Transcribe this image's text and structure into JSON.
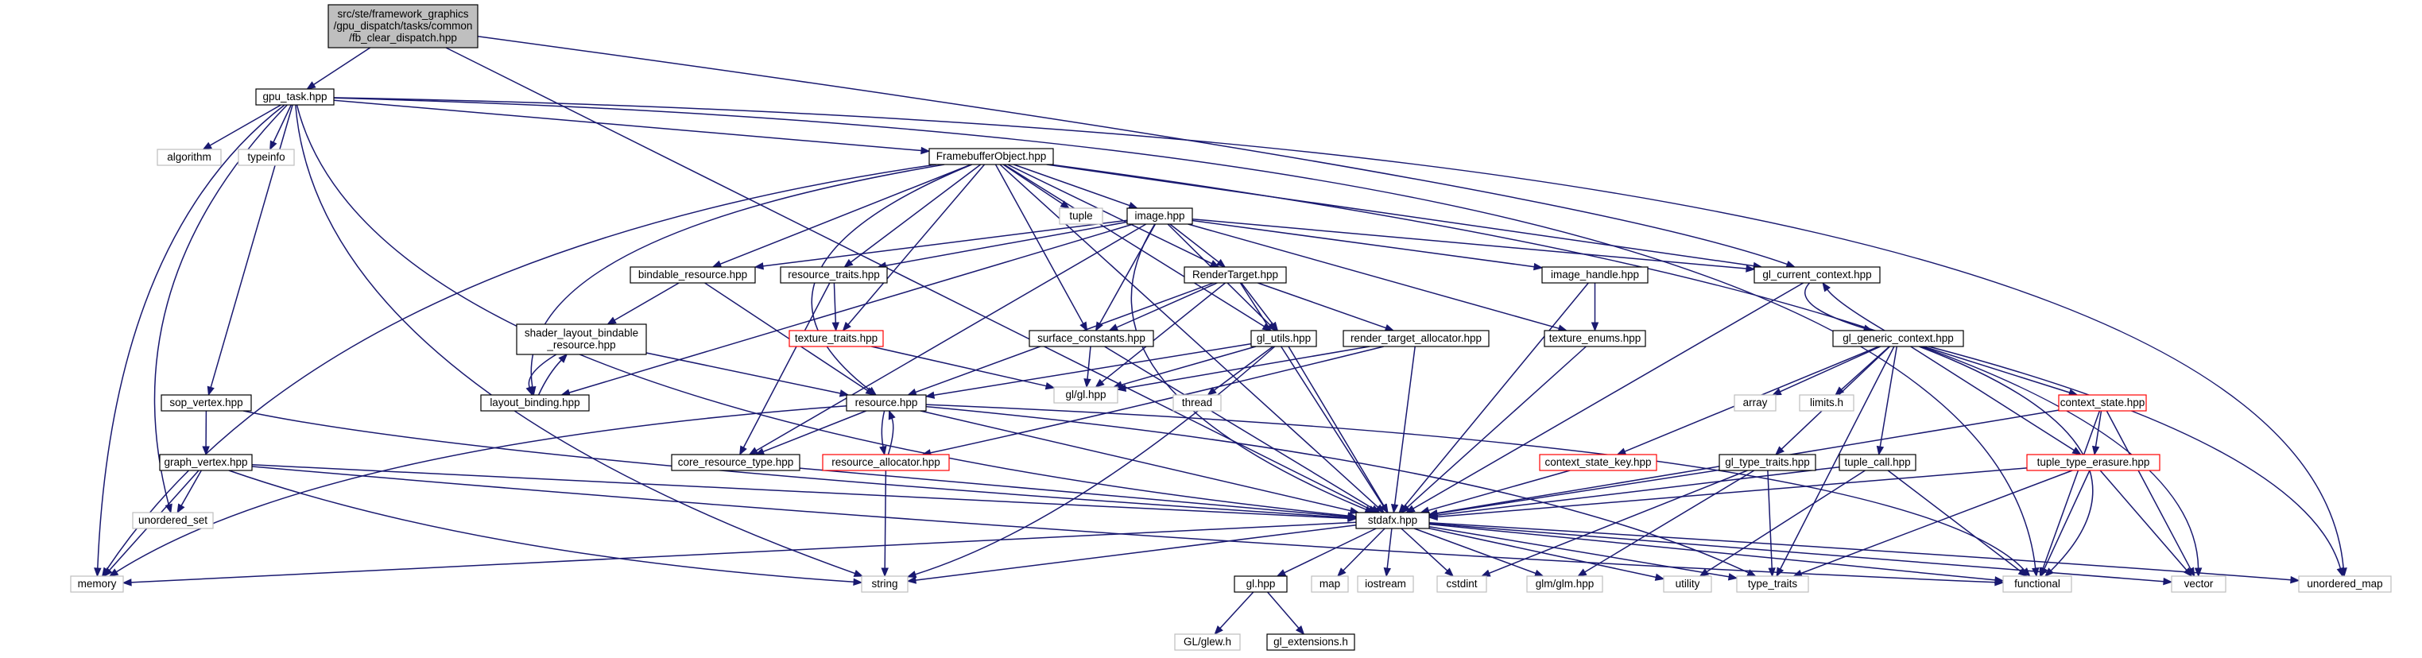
{
  "nodes": [
    {
      "id": "root",
      "lines": [
        "src/ste/framework_graphics",
        "/gpu_dispatch/tasks/common",
        "/fb_clear_dispatch.hpp"
      ],
      "style": "root"
    },
    {
      "id": "gpu_task",
      "lines": [
        "gpu_task.hpp"
      ],
      "style": "normal"
    },
    {
      "id": "algorithm",
      "lines": [
        "algorithm"
      ],
      "style": "external"
    },
    {
      "id": "typeinfo",
      "lines": [
        "typeinfo"
      ],
      "style": "external"
    },
    {
      "id": "fbo",
      "lines": [
        "FramebufferObject.hpp"
      ],
      "style": "normal"
    },
    {
      "id": "tuple",
      "lines": [
        "tuple"
      ],
      "style": "external"
    },
    {
      "id": "image",
      "lines": [
        "image.hpp"
      ],
      "style": "normal"
    },
    {
      "id": "bindable_resource",
      "lines": [
        "bindable_resource.hpp"
      ],
      "style": "normal"
    },
    {
      "id": "resource_traits",
      "lines": [
        "resource_traits.hpp"
      ],
      "style": "normal"
    },
    {
      "id": "render_target",
      "lines": [
        "RenderTarget.hpp"
      ],
      "style": "normal"
    },
    {
      "id": "image_handle",
      "lines": [
        "image_handle.hpp"
      ],
      "style": "normal"
    },
    {
      "id": "gl_current_context",
      "lines": [
        "gl_current_context.hpp"
      ],
      "style": "normal"
    },
    {
      "id": "shader_layout",
      "lines": [
        "shader_layout_bindable",
        "_resource.hpp"
      ],
      "style": "normal"
    },
    {
      "id": "texture_traits",
      "lines": [
        "texture_traits.hpp"
      ],
      "style": "truncated"
    },
    {
      "id": "surface_constants",
      "lines": [
        "surface_constants.hpp"
      ],
      "style": "normal"
    },
    {
      "id": "gl_utils",
      "lines": [
        "gl_utils.hpp"
      ],
      "style": "normal"
    },
    {
      "id": "rt_allocator",
      "lines": [
        "render_target_allocator.hpp"
      ],
      "style": "normal"
    },
    {
      "id": "texture_enums",
      "lines": [
        "texture_enums.hpp"
      ],
      "style": "normal"
    },
    {
      "id": "gl_generic_context",
      "lines": [
        "gl_generic_context.hpp"
      ],
      "style": "normal"
    },
    {
      "id": "layout_binding",
      "lines": [
        "layout_binding.hpp"
      ],
      "style": "normal"
    },
    {
      "id": "gl_gl",
      "lines": [
        "gl/gl.hpp"
      ],
      "style": "external"
    },
    {
      "id": "thread",
      "lines": [
        "thread"
      ],
      "style": "external"
    },
    {
      "id": "array",
      "lines": [
        "array"
      ],
      "style": "external"
    },
    {
      "id": "limits_h",
      "lines": [
        "limits.h"
      ],
      "style": "external"
    },
    {
      "id": "context_state",
      "lines": [
        "context_state.hpp"
      ],
      "style": "truncated"
    },
    {
      "id": "sop_vertex",
      "lines": [
        "sop_vertex.hpp"
      ],
      "style": "normal"
    },
    {
      "id": "resource",
      "lines": [
        "resource.hpp"
      ],
      "style": "normal"
    },
    {
      "id": "core_resource_type",
      "lines": [
        "core_resource_type.hpp"
      ],
      "style": "normal"
    },
    {
      "id": "resource_allocator",
      "lines": [
        "resource_allocator.hpp"
      ],
      "style": "truncated"
    },
    {
      "id": "context_state_key",
      "lines": [
        "context_state_key.hpp"
      ],
      "style": "truncated"
    },
    {
      "id": "gl_type_traits",
      "lines": [
        "gl_type_traits.hpp"
      ],
      "style": "normal"
    },
    {
      "id": "tuple_call",
      "lines": [
        "tuple_call.hpp"
      ],
      "style": "normal"
    },
    {
      "id": "tuple_type_erasure",
      "lines": [
        "tuple_type_erasure.hpp"
      ],
      "style": "truncated"
    },
    {
      "id": "graph_vertex",
      "lines": [
        "graph_vertex.hpp"
      ],
      "style": "normal"
    },
    {
      "id": "unordered_set",
      "lines": [
        "unordered_set"
      ],
      "style": "external"
    },
    {
      "id": "stdafx",
      "lines": [
        "stdafx.hpp"
      ],
      "style": "normal"
    },
    {
      "id": "memory",
      "lines": [
        "memory"
      ],
      "style": "external"
    },
    {
      "id": "string",
      "lines": [
        "string"
      ],
      "style": "external"
    },
    {
      "id": "gl_hpp",
      "lines": [
        "gl.hpp"
      ],
      "style": "normal"
    },
    {
      "id": "map",
      "lines": [
        "map"
      ],
      "style": "external"
    },
    {
      "id": "iostream",
      "lines": [
        "iostream"
      ],
      "style": "external"
    },
    {
      "id": "cstdint",
      "lines": [
        "cstdint"
      ],
      "style": "external"
    },
    {
      "id": "glm",
      "lines": [
        "glm/glm.hpp"
      ],
      "style": "external"
    },
    {
      "id": "utility",
      "lines": [
        "utility"
      ],
      "style": "external"
    },
    {
      "id": "type_traits",
      "lines": [
        "type_traits"
      ],
      "style": "external"
    },
    {
      "id": "functional",
      "lines": [
        "functional"
      ],
      "style": "external"
    },
    {
      "id": "vector",
      "lines": [
        "vector"
      ],
      "style": "external"
    },
    {
      "id": "unordered_map",
      "lines": [
        "unordered_map"
      ],
      "style": "external"
    },
    {
      "id": "glew",
      "lines": [
        "GL/glew.h"
      ],
      "style": "external"
    },
    {
      "id": "gl_extensions",
      "lines": [
        "gl_extensions.h"
      ],
      "style": "normal"
    }
  ],
  "edges": [
    [
      "root",
      "gpu_task"
    ],
    [
      "root",
      "stdafx"
    ],
    [
      "root",
      "gl_current_context"
    ],
    [
      "gpu_task",
      "algorithm"
    ],
    [
      "gpu_task",
      "typeinfo"
    ],
    [
      "gpu_task",
      "fbo"
    ],
    [
      "gpu_task",
      "sop_vertex"
    ],
    [
      "gpu_task",
      "unordered_set"
    ],
    [
      "gpu_task",
      "memory"
    ],
    [
      "gpu_task",
      "string"
    ],
    [
      "gpu_task",
      "stdafx"
    ],
    [
      "gpu_task",
      "functional"
    ],
    [
      "gpu_task",
      "unordered_map"
    ],
    [
      "fbo",
      "tuple"
    ],
    [
      "fbo",
      "image"
    ],
    [
      "fbo",
      "bindable_resource"
    ],
    [
      "fbo",
      "resource_traits"
    ],
    [
      "fbo",
      "texture_traits"
    ],
    [
      "fbo",
      "render_target"
    ],
    [
      "fbo",
      "gl_current_context"
    ],
    [
      "fbo",
      "surface_constants"
    ],
    [
      "fbo",
      "gl_utils"
    ],
    [
      "fbo",
      "layout_binding"
    ],
    [
      "fbo",
      "resource"
    ],
    [
      "fbo",
      "memory"
    ],
    [
      "fbo",
      "stdafx"
    ],
    [
      "fbo",
      "vector"
    ],
    [
      "image",
      "bindable_resource"
    ],
    [
      "image",
      "resource_traits"
    ],
    [
      "image",
      "render_target"
    ],
    [
      "image",
      "image_handle"
    ],
    [
      "image",
      "gl_current_context"
    ],
    [
      "image",
      "surface_constants"
    ],
    [
      "image",
      "gl_utils"
    ],
    [
      "image",
      "texture_enums"
    ],
    [
      "image",
      "layout_binding"
    ],
    [
      "image",
      "core_resource_type"
    ],
    [
      "image",
      "stdafx"
    ],
    [
      "bindable_resource",
      "shader_layout"
    ],
    [
      "bindable_resource",
      "resource"
    ],
    [
      "resource_traits",
      "texture_traits"
    ],
    [
      "resource_traits",
      "core_resource_type"
    ],
    [
      "render_target",
      "surface_constants"
    ],
    [
      "render_target",
      "gl_utils"
    ],
    [
      "render_target",
      "rt_allocator"
    ],
    [
      "render_target",
      "resource"
    ],
    [
      "render_target",
      "gl_gl"
    ],
    [
      "render_target",
      "stdafx"
    ],
    [
      "image_handle",
      "texture_enums"
    ],
    [
      "image_handle",
      "stdafx"
    ],
    [
      "gl_current_context",
      "gl_generic_context"
    ],
    [
      "gl_current_context",
      "stdafx"
    ],
    [
      "gl_generic_context",
      "gl_current_context"
    ],
    [
      "gl_generic_context",
      "array"
    ],
    [
      "gl_generic_context",
      "limits_h"
    ],
    [
      "gl_generic_context",
      "context_state"
    ],
    [
      "gl_generic_context",
      "context_state_key"
    ],
    [
      "gl_generic_context",
      "gl_type_traits"
    ],
    [
      "gl_generic_context",
      "tuple_call"
    ],
    [
      "gl_generic_context",
      "tuple_type_erasure"
    ],
    [
      "gl_generic_context",
      "type_traits"
    ],
    [
      "gl_generic_context",
      "functional"
    ],
    [
      "gl_generic_context",
      "unordered_map"
    ],
    [
      "shader_layout",
      "layout_binding"
    ],
    [
      "shader_layout",
      "resource"
    ],
    [
      "layout_binding",
      "shader_layout"
    ],
    [
      "texture_traits",
      "gl_gl"
    ],
    [
      "surface_constants",
      "gl_gl"
    ],
    [
      "surface_constants",
      "stdafx"
    ],
    [
      "gl_utils",
      "gl_gl"
    ],
    [
      "gl_utils",
      "thread"
    ],
    [
      "gl_utils",
      "resource"
    ],
    [
      "gl_utils",
      "string"
    ],
    [
      "gl_utils",
      "stdafx"
    ],
    [
      "rt_allocator",
      "resource_allocator"
    ],
    [
      "rt_allocator",
      "gl_gl"
    ],
    [
      "rt_allocator",
      "stdafx"
    ],
    [
      "texture_enums",
      "stdafx"
    ],
    [
      "context_state",
      "tuple_type_erasure"
    ],
    [
      "context_state",
      "stdafx"
    ],
    [
      "context_state",
      "functional"
    ],
    [
      "context_state",
      "vector"
    ],
    [
      "sop_vertex",
      "graph_vertex"
    ],
    [
      "sop_vertex",
      "stdafx"
    ],
    [
      "resource",
      "core_resource_type"
    ],
    [
      "resource",
      "resource_allocator"
    ],
    [
      "resource",
      "stdafx"
    ],
    [
      "resource",
      "memory"
    ],
    [
      "resource",
      "type_traits"
    ],
    [
      "resource",
      "functional"
    ],
    [
      "core_resource_type",
      "stdafx"
    ],
    [
      "resource_allocator",
      "resource"
    ],
    [
      "resource_allocator",
      "string"
    ],
    [
      "context_state_key",
      "stdafx"
    ],
    [
      "gl_type_traits",
      "stdafx"
    ],
    [
      "gl_type_traits",
      "cstdint"
    ],
    [
      "gl_type_traits",
      "glm"
    ],
    [
      "gl_type_traits",
      "type_traits"
    ],
    [
      "tuple_call",
      "stdafx"
    ],
    [
      "tuple_call",
      "utility"
    ],
    [
      "tuple_call",
      "functional"
    ],
    [
      "tuple_type_erasure",
      "stdafx"
    ],
    [
      "tuple_type_erasure",
      "type_traits"
    ],
    [
      "tuple_type_erasure",
      "functional"
    ],
    [
      "tuple_type_erasure",
      "vector"
    ],
    [
      "graph_vertex",
      "unordered_set"
    ],
    [
      "graph_vertex",
      "memory"
    ],
    [
      "graph_vertex",
      "string"
    ],
    [
      "graph_vertex",
      "stdafx"
    ],
    [
      "graph_vertex",
      "functional"
    ],
    [
      "stdafx",
      "memory"
    ],
    [
      "stdafx",
      "string"
    ],
    [
      "stdafx",
      "gl_hpp"
    ],
    [
      "stdafx",
      "map"
    ],
    [
      "stdafx",
      "iostream"
    ],
    [
      "stdafx",
      "cstdint"
    ],
    [
      "stdafx",
      "glm"
    ],
    [
      "stdafx",
      "utility"
    ],
    [
      "stdafx",
      "type_traits"
    ],
    [
      "stdafx",
      "functional"
    ],
    [
      "stdafx",
      "vector"
    ],
    [
      "stdafx",
      "unordered_map"
    ],
    [
      "gl_hpp",
      "glew"
    ],
    [
      "gl_hpp",
      "gl_extensions"
    ]
  ],
  "colors": {
    "edge": "#191970",
    "root_fill": "#bfbfbf",
    "normal_border": "#000000",
    "truncated_border": "#ff0000",
    "external_border": "#bfbfbf",
    "node_fill": "#ffffff",
    "text": "#000000"
  }
}
